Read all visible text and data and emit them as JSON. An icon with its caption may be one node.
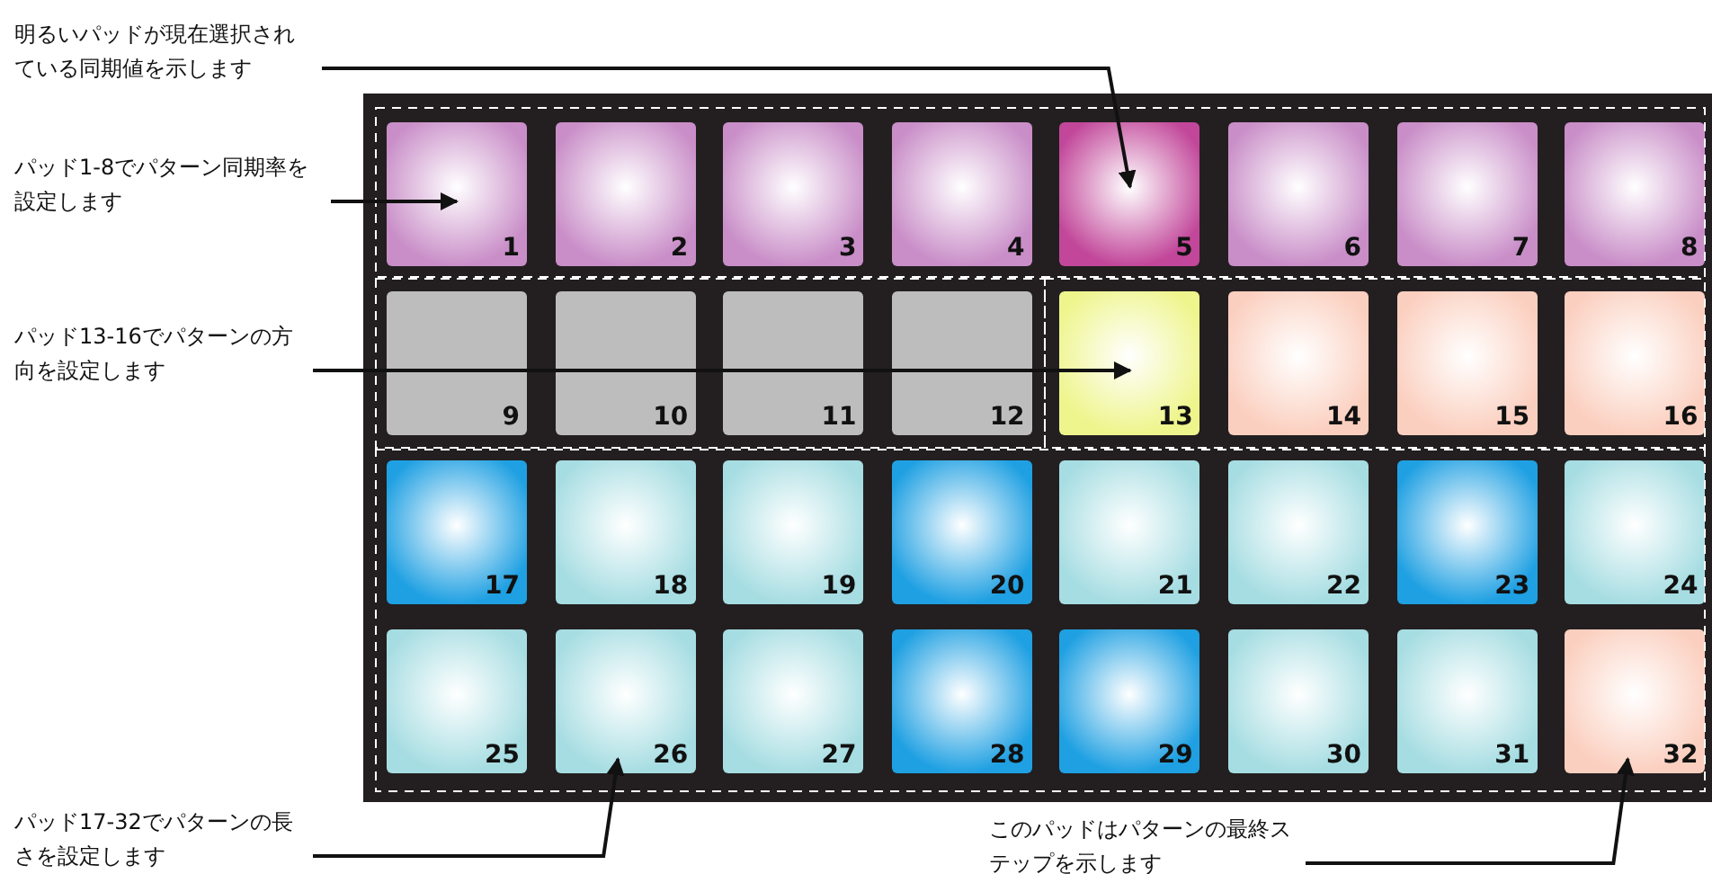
{
  "diagram": {
    "nodes": [
      {
        "text": [
          "明るいパッドが現在選択されている同期値を示します"
        ]
      },
      {
        "text": [
          "パッド1-8でパターン同期率を設定します"
        ]
      },
      {
        "text": [
          "パッド13-16でパターンの方向を設定します"
        ]
      },
      {
        "text": [
          "パッド17-32でパターンの長さを設定します"
        ]
      },
      {
        "text": [
          "このパッドはパターンの最終ステップを示します"
        ]
      },
      {
        "text": [
          "1"
        ]
      },
      {
        "text": [
          "2"
        ]
      },
      {
        "text": [
          "3"
        ]
      },
      {
        "text": [
          "4"
        ]
      },
      {
        "text": [
          "5"
        ]
      },
      {
        "text": [
          "6"
        ]
      },
      {
        "text": [
          "7"
        ]
      },
      {
        "text": [
          "8"
        ]
      },
      {
        "text": [
          "9"
        ]
      },
      {
        "text": [
          "10"
        ]
      },
      {
        "text": [
          "11"
        ]
      },
      {
        "text": [
          "12"
        ]
      },
      {
        "text": [
          "13"
        ]
      },
      {
        "text": [
          "14"
        ]
      },
      {
        "text": [
          "15"
        ]
      },
      {
        "text": [
          "16"
        ]
      },
      {
        "text": [
          "17"
        ]
      },
      {
        "text": [
          "18"
        ]
      },
      {
        "text": [
          "19"
        ]
      },
      {
        "text": [
          "20"
        ]
      },
      {
        "text": [
          "21"
        ]
      },
      {
        "text": [
          "22"
        ]
      },
      {
        "text": [
          "23"
        ]
      },
      {
        "text": [
          "24"
        ]
      },
      {
        "text": [
          "25"
        ]
      },
      {
        "text": [
          "26"
        ]
      },
      {
        "text": [
          "27"
        ]
      },
      {
        "text": [
          "28"
        ]
      },
      {
        "text": [
          "29"
        ]
      },
      {
        "text": [
          "30"
        ]
      },
      {
        "text": [
          "31"
        ]
      },
      {
        "text": [
          "32"
        ]
      }
    ],
    "edges": [
      {
        "from": 0,
        "to": 9,
        "arrow": "to"
      },
      {
        "from": 1,
        "to": 5,
        "arrow": "to"
      },
      {
        "from": 2,
        "to": 17,
        "arrow": "to"
      },
      {
        "from": 3,
        "to": 30,
        "arrow": "to"
      },
      {
        "from": 4,
        "to": 36,
        "arrow": "to"
      }
    ]
  }
}
